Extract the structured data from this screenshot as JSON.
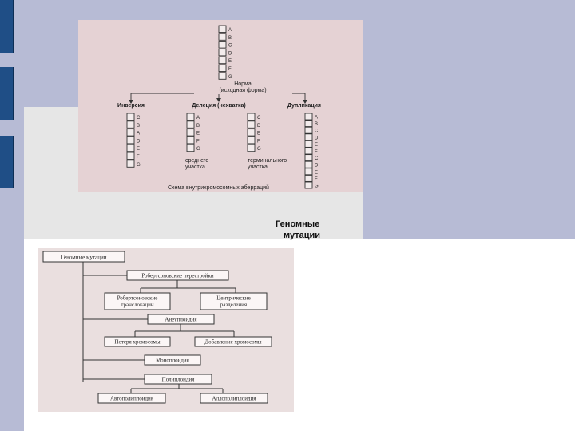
{
  "colors": {
    "background_band": "#b7bbd5",
    "side_accent": "#1f4e86",
    "panel": "#e6e6e6",
    "chromosome_figure_bg": "#e5d2d4",
    "genome_figure_bg": "#eadfdf"
  },
  "slide": {
    "heading_line1": "Геномные",
    "heading_line2": "мутации"
  },
  "chromosome_figure": {
    "normal_caption_line1": "Норма",
    "normal_caption_line2": "(исходная форма)",
    "labels": {
      "inversion": "Инверсия",
      "deletion": "Делеция (нехватка)",
      "duplication": "Дупликация",
      "middle_line1": "среднего",
      "middle_line2": "участка",
      "terminal_line1": "терминального",
      "terminal_line2": "участка",
      "footer": "Схема внутрихромосомных аберраций"
    },
    "normal_genes": [
      "A",
      "B",
      "C",
      "D",
      "E",
      "F",
      "G"
    ],
    "inversion_genes": [
      "C",
      "B",
      "A",
      "D",
      "E",
      "F",
      "G"
    ],
    "deletion_middle_genes": [
      "A",
      "B",
      "E",
      "F",
      "G"
    ],
    "deletion_terminal_genes": [
      "C",
      "D",
      "E",
      "F",
      "G"
    ],
    "duplication_genes": [
      "A",
      "B",
      "C",
      "D",
      "E",
      "F",
      "C",
      "D",
      "E",
      "F",
      "G"
    ]
  },
  "genome_tree": {
    "root": "Геномные мутации",
    "robertsonian": "Робертсоновские перестройки",
    "robertsonian_translocations_line1": "Робертсоновские",
    "robertsonian_translocations_line2": "транслокации",
    "centric_fissions_line1": "Центрические",
    "centric_fissions_line2": "разделения",
    "aneuploidy": "Анеуплоидия",
    "chromosome_loss": "Потеря хромосомы",
    "chromosome_gain": "Добавление хромосомы",
    "monoploidy": "Моноплоидия",
    "polyploidy": "Полиплоидия",
    "autopolyploidy": "Автополиплоидия",
    "allopolyploidy": "Аллополиплоидия"
  }
}
